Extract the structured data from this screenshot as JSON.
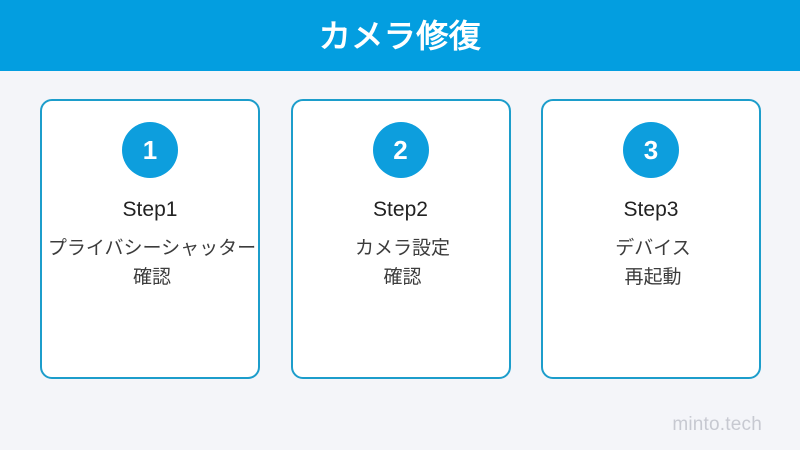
{
  "header": {
    "title": "カメラ修復",
    "background_color": "#039ee0",
    "text_color": "#ffffff"
  },
  "page": {
    "background_color": "#f4f5f9",
    "accent_color": "#0d9edd",
    "card_border_color": "#1c9dcb"
  },
  "cards": [
    {
      "number": "1",
      "title": "Step1",
      "description": "プライバシーシャッター\n確認"
    },
    {
      "number": "2",
      "title": "Step2",
      "description": "カメラ設定\n確認"
    },
    {
      "number": "3",
      "title": "Step3",
      "description": "デバイス\n再起動"
    }
  ],
  "watermark": {
    "text": "minto.tech"
  }
}
